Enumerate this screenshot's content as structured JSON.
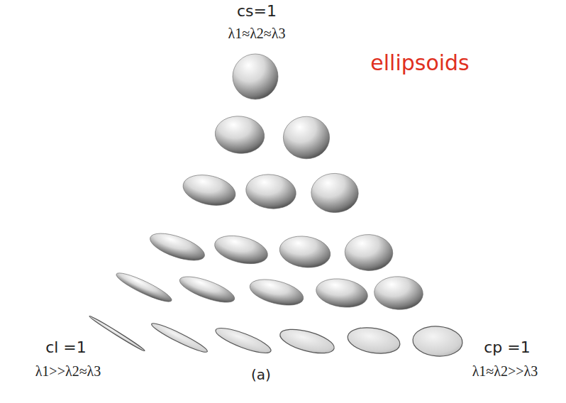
{
  "diagram": {
    "labels": [
      "cs=1",
      "λ1≈λ2≈λ3",
      "ellipsoids",
      "cl =1",
      "λ1>>λ2≈λ3",
      "(a)",
      "cp =1",
      "λ1≈λ2>>λ3"
    ]
  }
}
